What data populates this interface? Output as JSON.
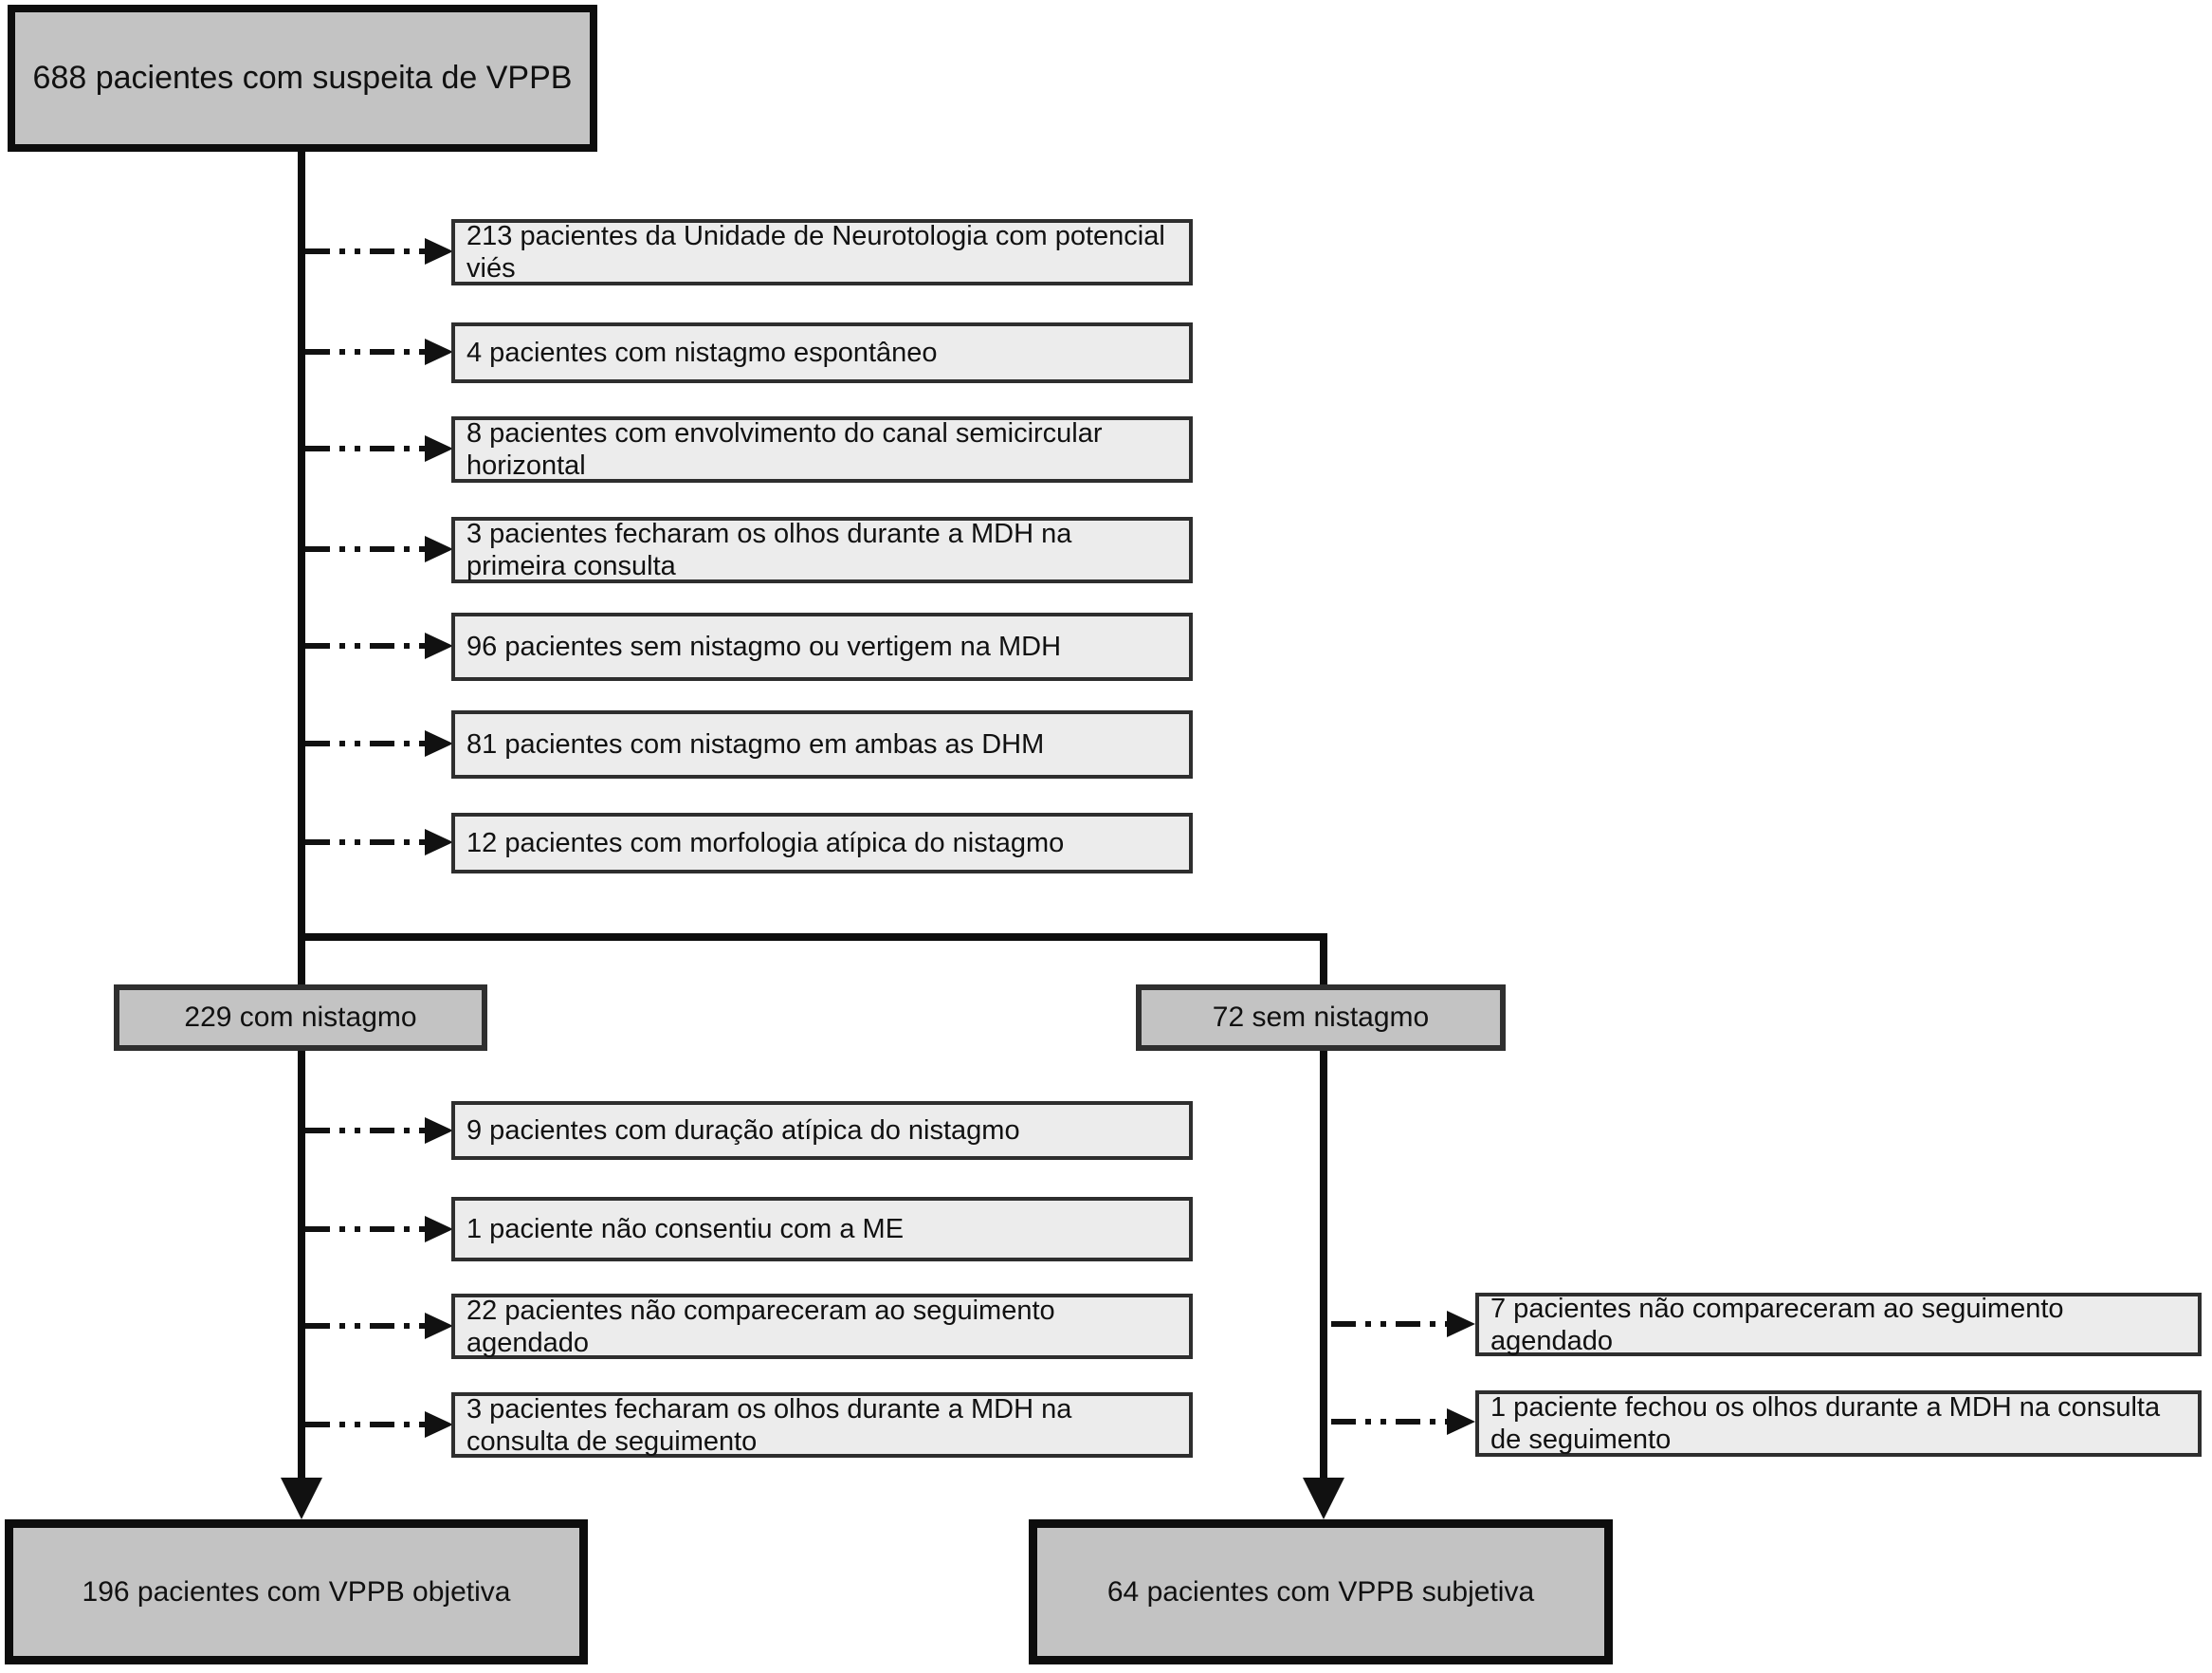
{
  "flowchart": {
    "root_label": "688 pacientes com suspeita de VPPB",
    "stage1_exclusions": [
      "213 pacientes da Unidade de Neurotologia com potencial viés",
      "4 pacientes com nistagmo espontâneo",
      "8 pacientes com envolvimento do canal semicircular horizontal",
      "3 pacientes fecharam os olhos durante a MDH na primeira consulta",
      "96 pacientes sem nistagmo ou vertigem na MDH",
      "81 pacientes com nistagmo em ambas as DHM",
      "12 pacientes com morfologia atípica do nistagmo"
    ],
    "branch_with_nystagmus_label": "229 com nistagmo",
    "branch_without_nystagmus_label": "72 sem nistagmo",
    "with_branch_exclusions": [
      "9 pacientes com duração atípica do nistagmo",
      "1 paciente não consentiu com a ME",
      "22 pacientes não compareceram ao seguimento agendado",
      "3 pacientes fecharam os olhos durante a MDH na consulta de seguimento"
    ],
    "without_branch_exclusions": [
      "7 pacientes não compareceram ao seguimento agendado",
      "1 paciente fechou os olhos durante a MDH na consulta de seguimento"
    ],
    "outcome_objective_label": "196 pacientes com VPPB objetiva",
    "outcome_subjective_label": "64 pacientes com VPPB subjetiva"
  },
  "colors": {
    "node_fill": "#c3c3c3",
    "exclusion_fill": "#ececec",
    "line": "#0d0d0d",
    "exclusion_border": "#2e2e2e",
    "background": "#ffffff"
  }
}
